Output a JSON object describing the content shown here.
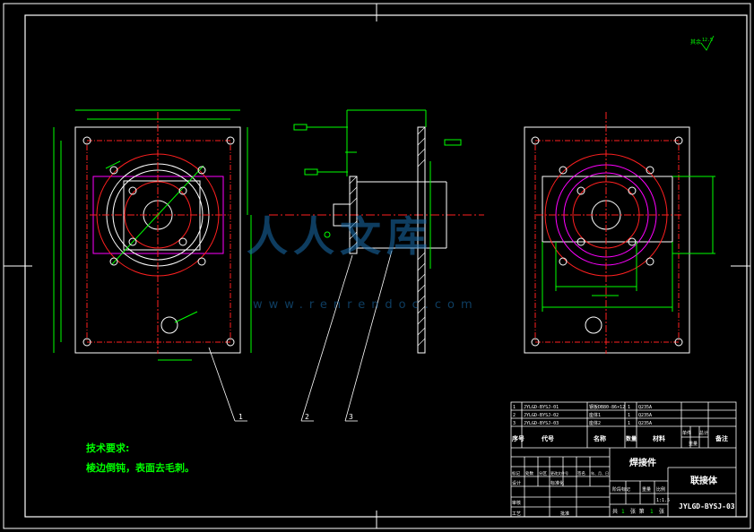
{
  "tech_requirements": {
    "title": "技术要求:",
    "line1": "棱边倒钝，表面去毛刺。"
  },
  "roughness_label": "其余",
  "roughness_value": "12.5",
  "balloons": [
    "1",
    "2",
    "3"
  ],
  "title_block": {
    "parts": [
      {
        "code": "JYLGD-BYSJ-01",
        "name": "钢板DB80-86×12",
        "qty": "1",
        "material": "Q235A"
      },
      {
        "code": "JYLGD-BYSJ-02",
        "name": "座体1",
        "qty": "1",
        "material": "Q235A"
      },
      {
        "code": "JYLGD-BYSJ-03",
        "name": "座体2",
        "qty": "1",
        "material": "Q235A"
      }
    ],
    "headers": {
      "seq": "序号",
      "code": "代号",
      "name": "名称",
      "qty": "数量",
      "material": "材料",
      "unit": "单件",
      "total": "总计",
      "weight": "重量",
      "remark": "备注"
    },
    "material_name": "焊接件",
    "assembly_name": "联接体",
    "drawing_no": "JYLGD-BYSJ-03",
    "scale": "1:1.5",
    "sheet_prefix": "共",
    "sheet_sep": "张 第",
    "sheet_suffix": "张",
    "sheets_total": "1",
    "sheet_no": "1",
    "row_labels": [
      "设计",
      "审核",
      "工艺",
      "批准"
    ],
    "rev_labels": [
      "标记",
      "处数",
      "分区",
      "更改文件号",
      "签名",
      "年、月、日"
    ],
    "std": "标准化",
    "stage": "阶段标记",
    "weight": "重量",
    "ratio": "比例"
  },
  "watermark": {
    "text": "人人文库",
    "url": "www.renrendoc.com"
  },
  "colors": {
    "red": "#ff2020",
    "green": "#00ff00",
    "magenta": "#ff00ff",
    "white": "#ffffff"
  }
}
